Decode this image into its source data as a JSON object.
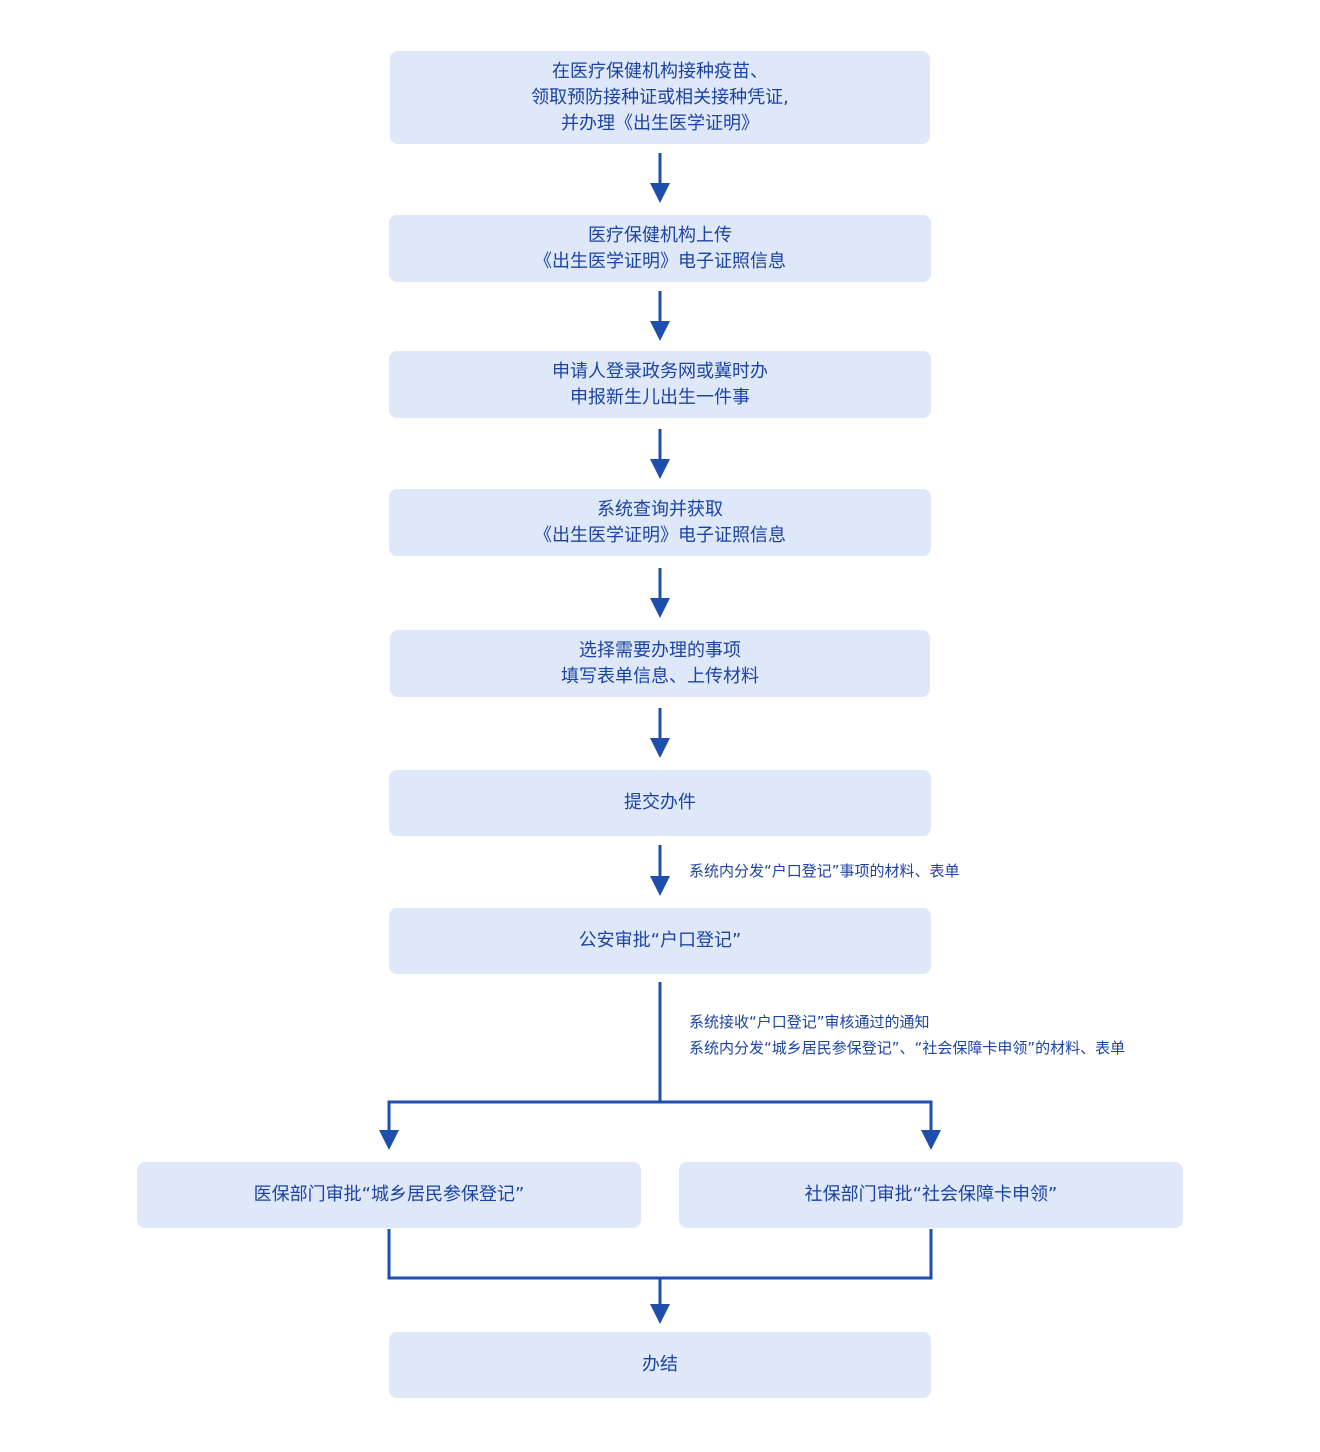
{
  "colors": {
    "node_fill": "#dfe8f8",
    "text": "#1c43a6",
    "line": "#1f4fad"
  },
  "nodes": {
    "n1": {
      "lines": [
        "在医疗保健机构接种疫苗、",
        "领取预防接种证或相关接种凭证,",
        "并办理《出生医学证明》"
      ]
    },
    "n2": {
      "lines": [
        "医疗保健机构上传",
        "《出生医学证明》电子证照信息"
      ]
    },
    "n3": {
      "lines": [
        "申请人登录政务网或冀时办",
        "申报新生儿出生一件事"
      ]
    },
    "n4": {
      "lines": [
        "系统查询并获取",
        "《出生医学证明》电子证照信息"
      ]
    },
    "n5": {
      "lines": [
        "选择需要办理的事项",
        "填写表单信息、上传材料"
      ]
    },
    "n6": {
      "lines": [
        "提交办件"
      ]
    },
    "n7": {
      "lines": [
        "公安审批“户口登记”"
      ]
    },
    "n8": {
      "lines": [
        "医保部门审批“城乡居民参保登记”"
      ]
    },
    "n9": {
      "lines": [
        "社保部门审批“社会保障卡申领”"
      ]
    },
    "n10": {
      "lines": [
        "办结"
      ]
    }
  },
  "edge_labels": {
    "e6": {
      "lines": [
        "系统内分发“户口登记”事项的材料、表单"
      ]
    },
    "e7": {
      "lines": [
        "系统接收“户口登记”审核通过的通知",
        "系统内分发“城乡居民参保登记”、“社会保障卡申领”的材料、表单"
      ]
    }
  }
}
